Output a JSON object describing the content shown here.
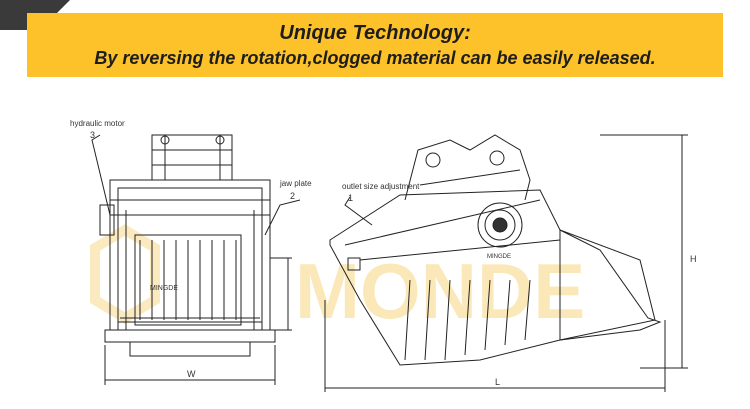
{
  "banner": {
    "title": "Unique Technology:",
    "subtitle": "By reversing the rotation,clogged material can be easily released."
  },
  "watermark": {
    "text": "MONDE",
    "color": "#f7d98a"
  },
  "left_view": {
    "callout_motor": "hydraulic motor",
    "callout_motor_num": "3",
    "callout_jaw": "jaw plate",
    "callout_jaw_num": "2",
    "brand_small": "MINGDE",
    "dim_w": "W"
  },
  "right_view": {
    "callout_outlet": "outlet size adjustment",
    "callout_outlet_num": "1",
    "brand_small": "MINGDE",
    "dim_h": "H",
    "dim_l": "L"
  },
  "colors": {
    "banner": "#fdc229",
    "line": "#222222"
  }
}
